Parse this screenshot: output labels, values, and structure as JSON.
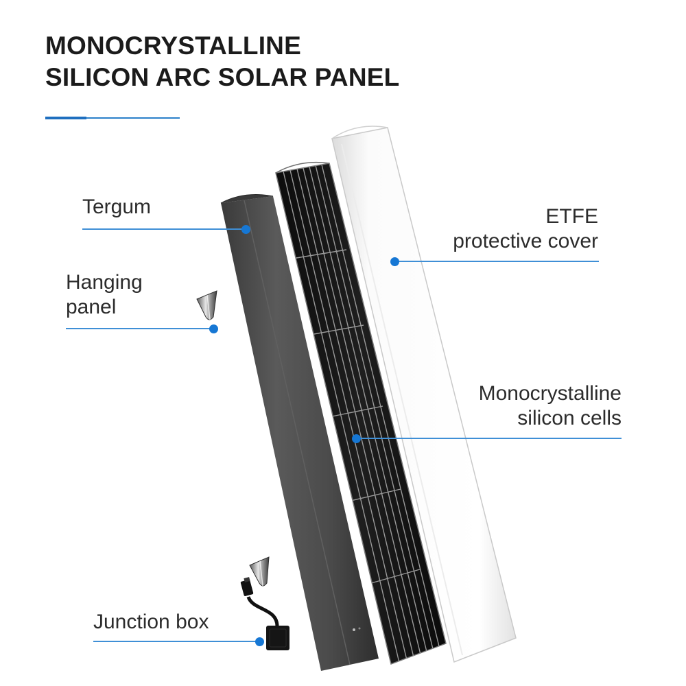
{
  "title": {
    "line1": "MONOCRYSTALLINE",
    "line2": "SILICON ARC SOLAR PANEL"
  },
  "labels": {
    "tergum": "Tergum",
    "hanging_panel": [
      "Hanging",
      "panel"
    ],
    "junction_box": "Junction box",
    "etfe": [
      "ETFE",
      "protective cover"
    ],
    "cells": [
      "Monocrystalline",
      "silicon cells"
    ]
  },
  "colors": {
    "accent_blue": "#1677d4",
    "leader_blue": "#3f8fd6",
    "tergum_gray": "#4a4a4a",
    "cell_black": "#151515",
    "cover_white": "#f7f7f7"
  }
}
